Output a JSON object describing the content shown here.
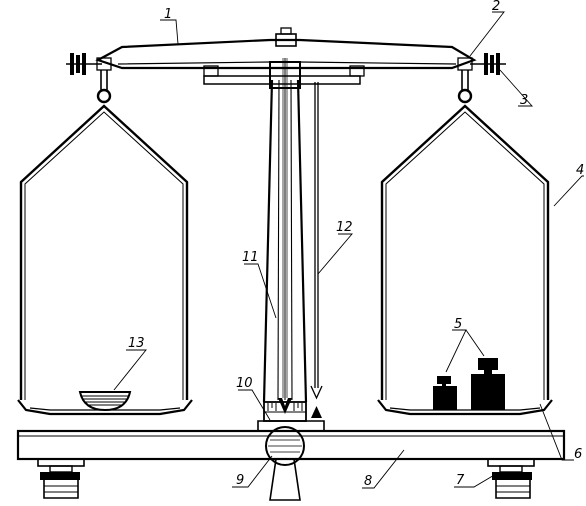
{
  "callouts": [
    {
      "num": "1",
      "part": "beam"
    },
    {
      "num": "2",
      "part": "beam-end-knife"
    },
    {
      "num": "3",
      "part": "balance-nut"
    },
    {
      "num": "4",
      "part": "pan-hanger"
    },
    {
      "num": "5",
      "part": "weights"
    },
    {
      "num": "6",
      "part": "right-pan"
    },
    {
      "num": "7",
      "part": "levelling-foot"
    },
    {
      "num": "8",
      "part": "base"
    },
    {
      "num": "9",
      "part": "arrestor-knob"
    },
    {
      "num": "10",
      "part": "scale"
    },
    {
      "num": "11",
      "part": "column"
    },
    {
      "num": "12",
      "part": "pointer"
    },
    {
      "num": "13",
      "part": "weighed-object"
    }
  ],
  "colors": {
    "line": "#000000",
    "background": "#ffffff"
  }
}
